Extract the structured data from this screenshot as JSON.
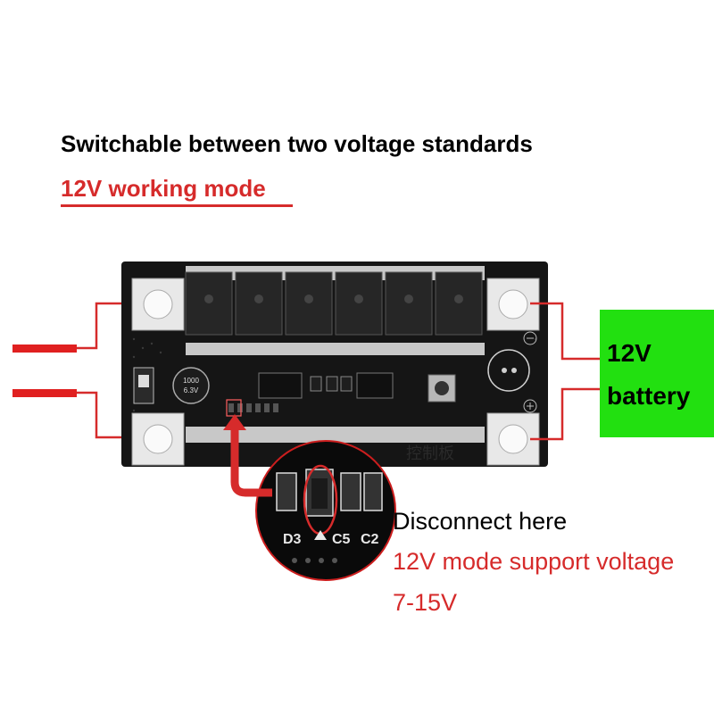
{
  "heading": {
    "title": "Switchable between two voltage standards",
    "mode": "12V working mode"
  },
  "battery": {
    "voltage": "12V",
    "label": "battery"
  },
  "notes": {
    "disconnect": "Disconnect here",
    "support": "12V mode support voltage",
    "range": "7-15V"
  },
  "board": {
    "capacitor_value": "1000",
    "capacitor_voltage": "6.3V",
    "silkscreen": [
      "D3",
      "C5",
      "C2"
    ],
    "label_cn": "控制板"
  },
  "colors": {
    "accent_red": "#d62b2b",
    "battery_green": "#22e010",
    "board_black": "#151515"
  }
}
